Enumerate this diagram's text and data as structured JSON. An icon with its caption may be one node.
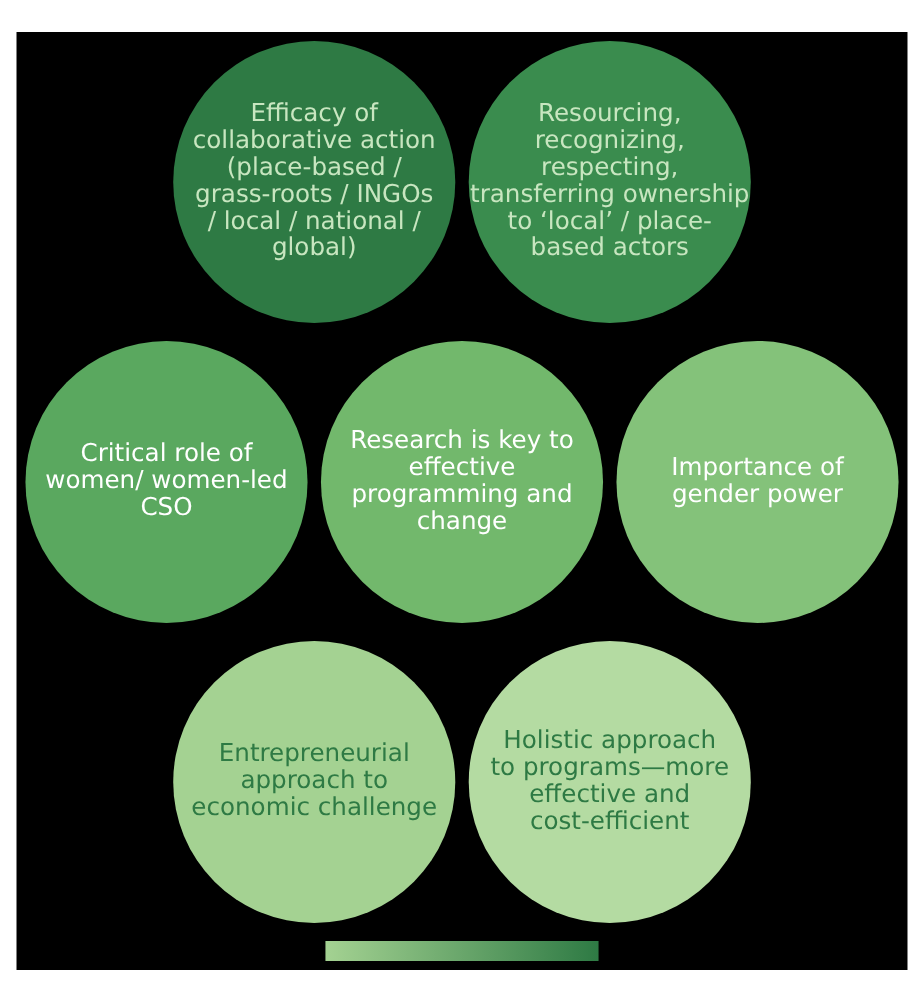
{
  "diagram": {
    "nodes": [
      {
        "text": [
          "Efficacy of collaborative action (place-based / grass-roots / INGOs / local / national / global)"
        ]
      },
      {
        "text": [
          "Resourcing, recognizing, respecting, transferring ownership to ‘local’ / place-based actors"
        ]
      },
      {
        "text": [
          "Critical role of women/ women-led CSO"
        ]
      },
      {
        "text": [
          "Research is key to effective programming and change"
        ]
      },
      {
        "text": [
          "Importance of gender power"
        ]
      },
      {
        "text": [
          "Entrepreneurial approach to economic challenge"
        ]
      },
      {
        "text": [
          "Holistic approach to programs—more effective and cost-efficient"
        ]
      }
    ],
    "edges": []
  }
}
